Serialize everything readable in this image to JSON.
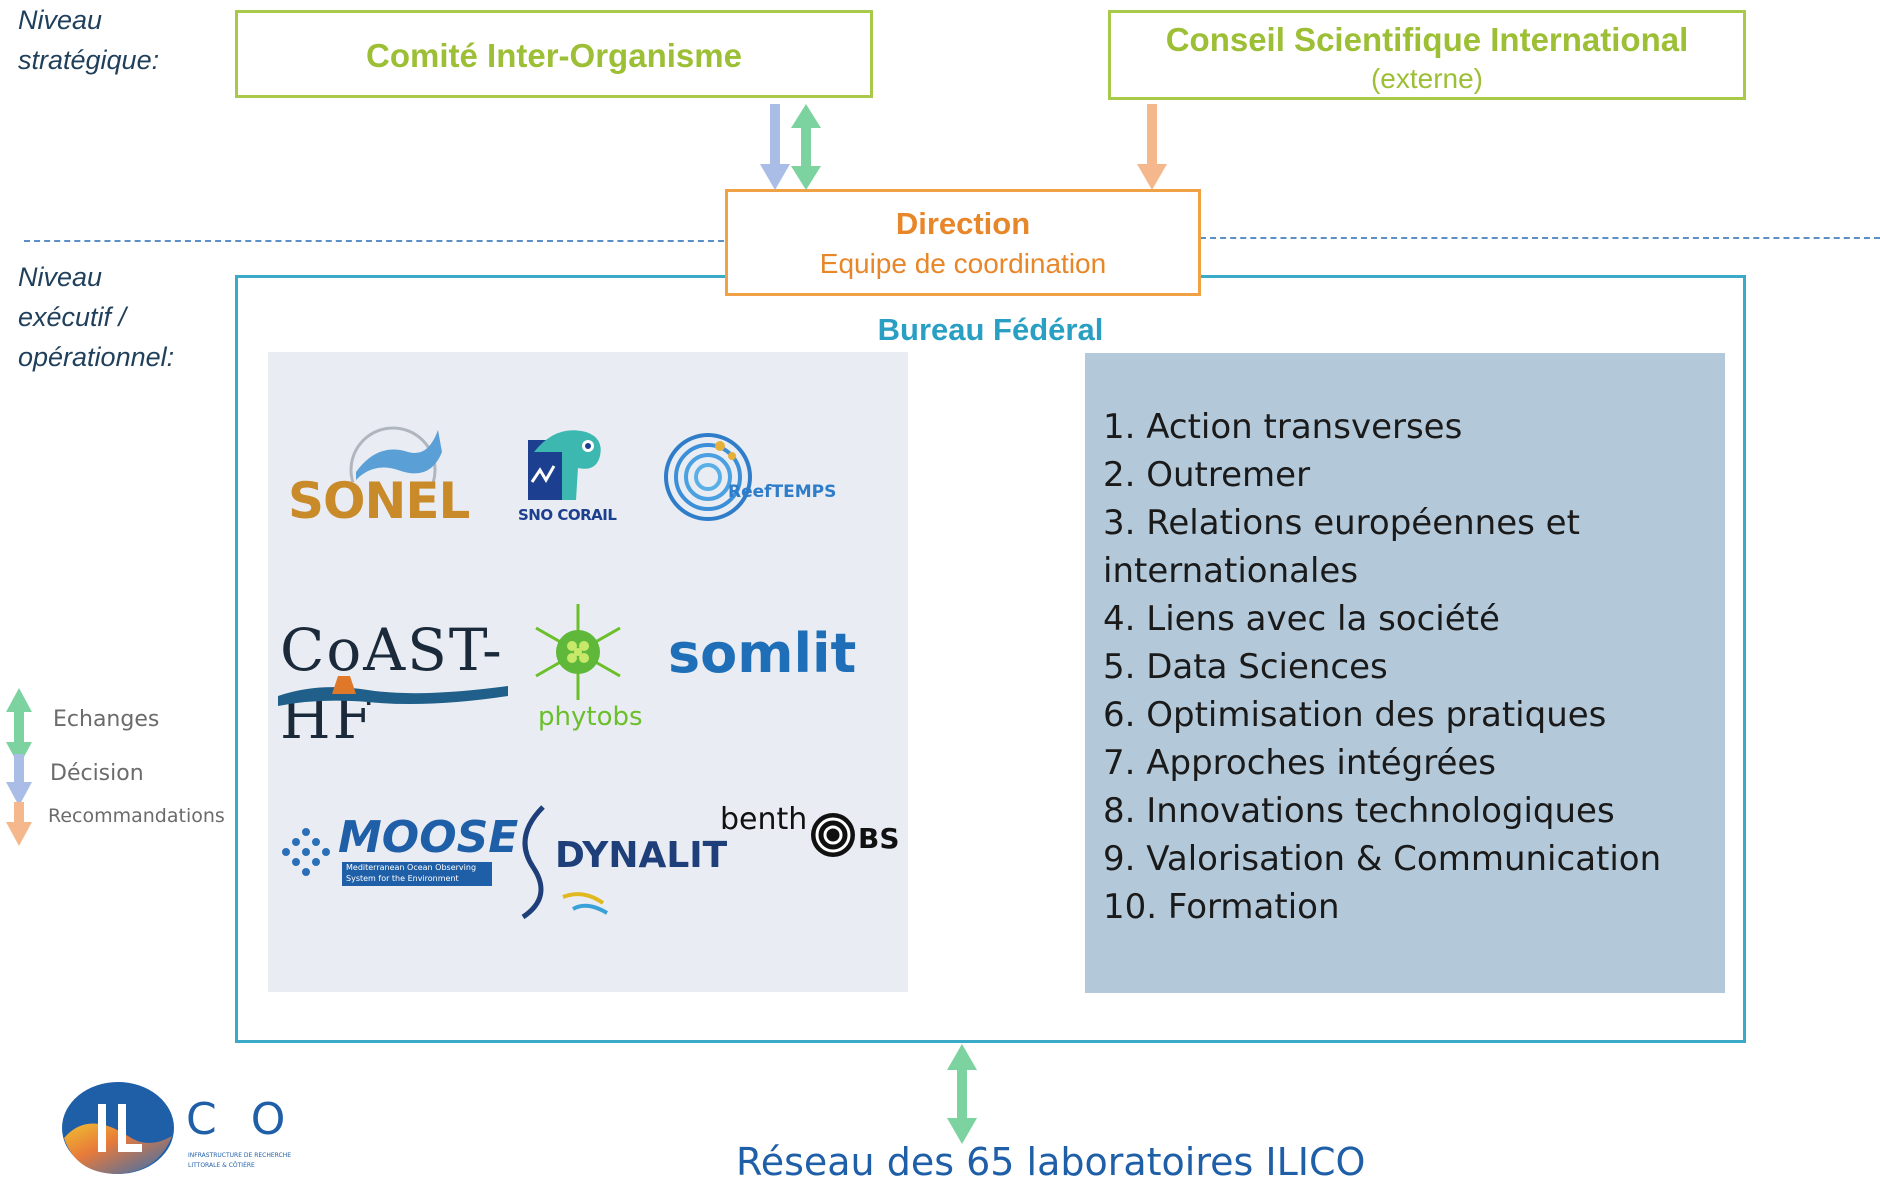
{
  "levels": {
    "strategic_line1": "Niveau",
    "strategic_line2": "stratégique:",
    "executive_line1": "Niveau",
    "executive_line2": "exécutif /",
    "executive_line3": "opérationnel:"
  },
  "boxes": {
    "comite": "Comité Inter-Organisme",
    "conseil_title": "Conseil Scientifique International",
    "conseil_sub": "(externe)",
    "direction_title": "Direction",
    "direction_sub": "Equipe de coordination",
    "bureau_title": "Bureau Fédéral"
  },
  "logos": {
    "sonel": "SONEL",
    "sno_corail": "SNO CORAIL",
    "reeftemps": "ReefTEMPS",
    "coast_hf": "CoAST-HF",
    "phytobs": "phytobs",
    "somlit": "somlit",
    "moose": "MOOSE",
    "moose_sub1": "Mediterranean Ocean Observing",
    "moose_sub2": "System for the Environment",
    "dynalit": "DYNALIT",
    "benthobs_1": "benth",
    "benthobs_2": "BS"
  },
  "actions": [
    "1. Action transverses",
    "2. Outremer",
    "3. Relations européennes et internationales",
    "4. Liens avec la société",
    "5. Data Sciences",
    "6. Optimisation des pratiques",
    "7. Approches intégrées",
    "8. Innovations technologiques",
    "9. Valorisation & Communication",
    "10. Formation"
  ],
  "legend": {
    "echanges": "Echanges",
    "decision": "Décision",
    "recommandations": "Recommandations"
  },
  "footer": {
    "network": "Réseau des 65 laboratoires ILICO",
    "ilico_letters": "C O",
    "ilico_tag1": "INFRASTRUCTURE DE RECHERCHE",
    "ilico_tag2": "LITTORALE & CÔTIÈRE"
  },
  "colors": {
    "green_box": "#a8c94a",
    "orange_box": "#f0a045",
    "bureau_border": "#3aaac8",
    "arrow_exchange": "#7dd3a0",
    "arrow_decision": "#a9bde6",
    "arrow_recommend": "#f4b88c",
    "actions_bg": "#b3c8d9"
  }
}
